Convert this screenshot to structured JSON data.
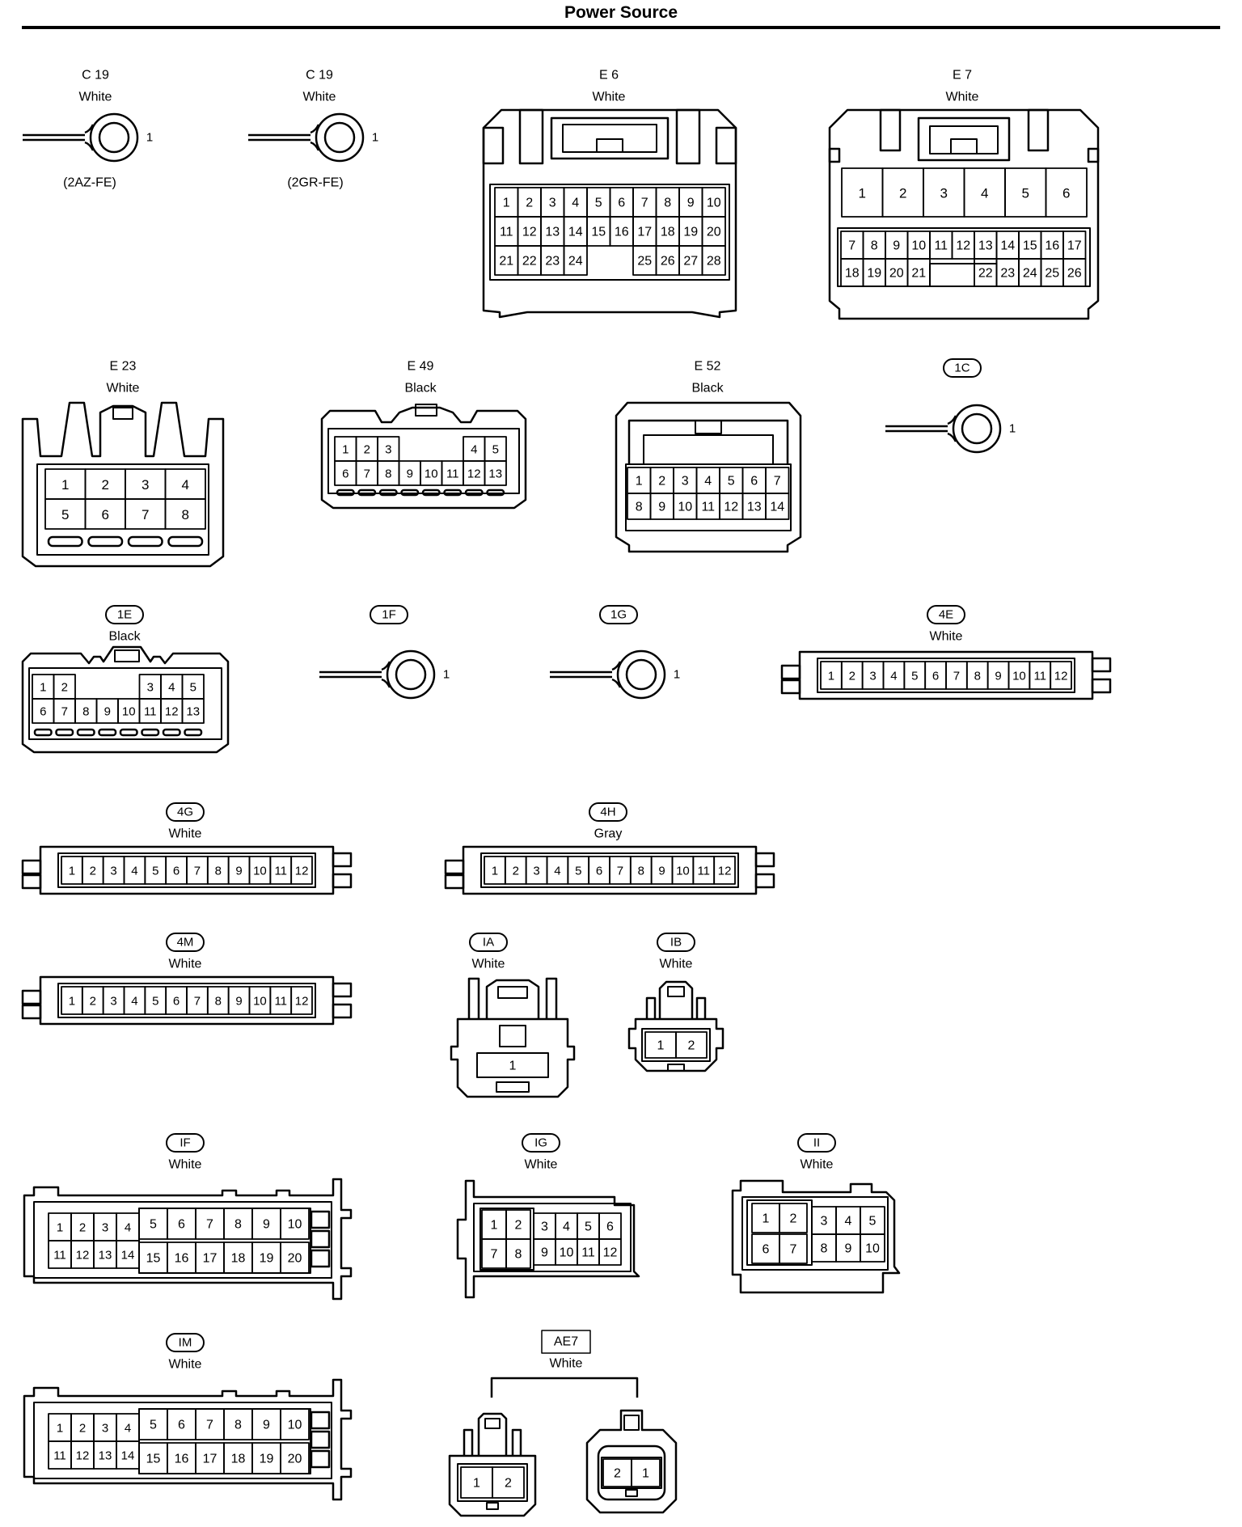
{
  "title": "Power Source",
  "connectors": [
    {
      "id": "C19-a",
      "code": "C 19",
      "color": "White",
      "note": "(2AZ-FE)",
      "pins": [
        "1"
      ]
    },
    {
      "id": "C19-b",
      "code": "C 19",
      "color": "White",
      "note": "(2GR-FE)",
      "pins": [
        "1"
      ]
    },
    {
      "id": "E6",
      "code": "E 6",
      "color": "White",
      "pins": [
        "1",
        "2",
        "3",
        "4",
        "5",
        "6",
        "7",
        "8",
        "9",
        "10",
        "11",
        "12",
        "13",
        "14",
        "15",
        "16",
        "17",
        "18",
        "19",
        "20",
        "21",
        "22",
        "23",
        "24",
        "25",
        "26",
        "27",
        "28"
      ]
    },
    {
      "id": "E7",
      "code": "E 7",
      "color": "White",
      "pins": [
        "1",
        "2",
        "3",
        "4",
        "5",
        "6",
        "7",
        "8",
        "9",
        "10",
        "11",
        "12",
        "13",
        "14",
        "15",
        "16",
        "17",
        "18",
        "19",
        "20",
        "21",
        "22",
        "23",
        "24",
        "25",
        "26"
      ]
    },
    {
      "id": "E23",
      "code": "E 23",
      "color": "White",
      "pins": [
        "1",
        "2",
        "3",
        "4",
        "5",
        "6",
        "7",
        "8"
      ]
    },
    {
      "id": "E49",
      "code": "E 49",
      "color": "Black",
      "pins": [
        "1",
        "2",
        "3",
        "4",
        "5",
        "6",
        "7",
        "8",
        "9",
        "10",
        "11",
        "12",
        "13"
      ]
    },
    {
      "id": "E52",
      "code": "E 52",
      "color": "Black",
      "pins": [
        "1",
        "2",
        "3",
        "4",
        "5",
        "6",
        "7",
        "8",
        "9",
        "10",
        "11",
        "12",
        "13",
        "14"
      ]
    },
    {
      "id": "1C",
      "code": "1C",
      "color": "",
      "pins": [
        "1"
      ]
    },
    {
      "id": "1E",
      "code": "1E",
      "color": "Black",
      "pins": [
        "1",
        "2",
        "3",
        "4",
        "5",
        "6",
        "7",
        "8",
        "9",
        "10",
        "11",
        "12",
        "13"
      ]
    },
    {
      "id": "1F",
      "code": "1F",
      "color": "",
      "pins": [
        "1"
      ]
    },
    {
      "id": "1G",
      "code": "1G",
      "color": "",
      "pins": [
        "1"
      ]
    },
    {
      "id": "4E",
      "code": "4E",
      "color": "White",
      "pins": [
        "1",
        "2",
        "3",
        "4",
        "5",
        "6",
        "7",
        "8",
        "9",
        "10",
        "11",
        "12"
      ]
    },
    {
      "id": "4G",
      "code": "4G",
      "color": "White",
      "pins": [
        "1",
        "2",
        "3",
        "4",
        "5",
        "6",
        "7",
        "8",
        "9",
        "10",
        "11",
        "12"
      ]
    },
    {
      "id": "4H",
      "code": "4H",
      "color": "Gray",
      "pins": [
        "1",
        "2",
        "3",
        "4",
        "5",
        "6",
        "7",
        "8",
        "9",
        "10",
        "11",
        "12"
      ]
    },
    {
      "id": "4M",
      "code": "4M",
      "color": "White",
      "pins": [
        "1",
        "2",
        "3",
        "4",
        "5",
        "6",
        "7",
        "8",
        "9",
        "10",
        "11",
        "12"
      ]
    },
    {
      "id": "IA",
      "code": "IA",
      "color": "White",
      "pins": [
        "1"
      ]
    },
    {
      "id": "IB",
      "code": "IB",
      "color": "White",
      "pins": [
        "1",
        "2"
      ]
    },
    {
      "id": "IF",
      "code": "IF",
      "color": "White",
      "pins": [
        "1",
        "2",
        "3",
        "4",
        "5",
        "6",
        "7",
        "8",
        "9",
        "10",
        "11",
        "12",
        "13",
        "14",
        "15",
        "16",
        "17",
        "18",
        "19",
        "20"
      ]
    },
    {
      "id": "IG",
      "code": "IG",
      "color": "White",
      "pins": [
        "1",
        "2",
        "3",
        "4",
        "5",
        "6",
        "7",
        "8",
        "9",
        "10",
        "11",
        "12"
      ]
    },
    {
      "id": "II",
      "code": "II",
      "color": "White",
      "pins": [
        "1",
        "2",
        "3",
        "4",
        "5",
        "6",
        "7",
        "8",
        "9",
        "10"
      ]
    },
    {
      "id": "IM",
      "code": "IM",
      "color": "White",
      "pins": [
        "1",
        "2",
        "3",
        "4",
        "5",
        "6",
        "7",
        "8",
        "9",
        "10",
        "11",
        "12",
        "13",
        "14",
        "15",
        "16",
        "17",
        "18",
        "19",
        "20"
      ]
    },
    {
      "id": "AE7",
      "code": "AE7",
      "color": "White",
      "pins": [
        "1",
        "2",
        "2",
        "1"
      ]
    }
  ]
}
